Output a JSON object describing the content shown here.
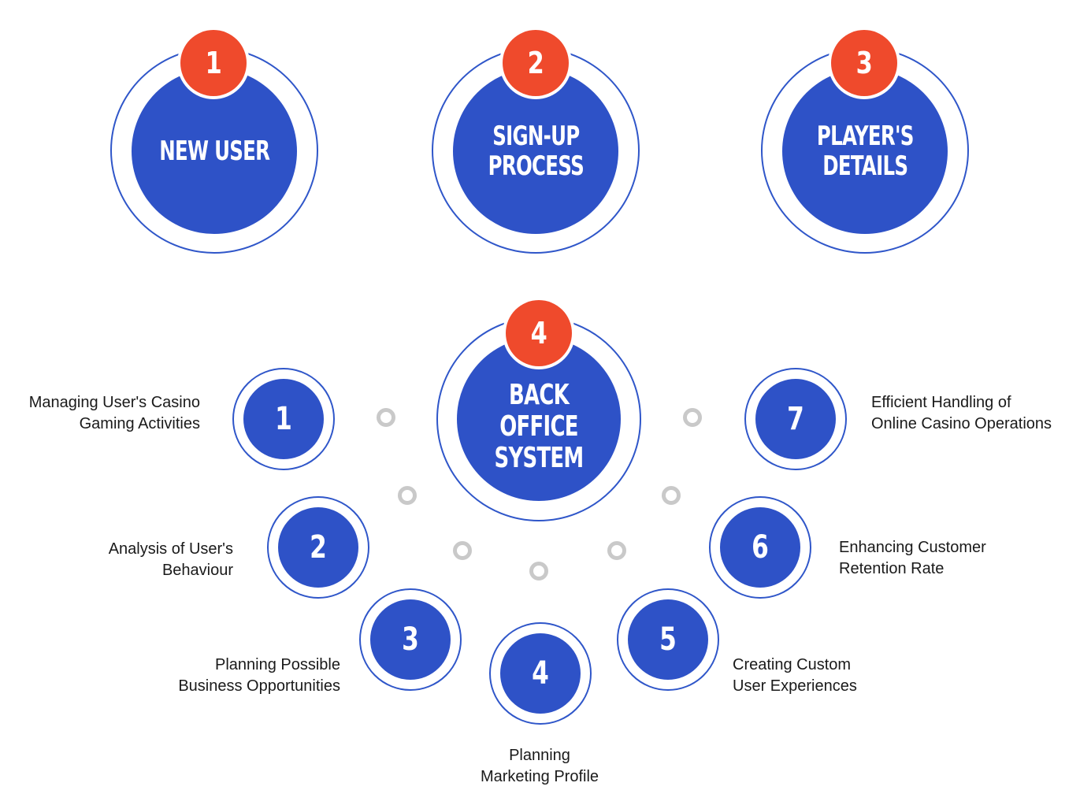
{
  "top_steps": [
    {
      "number": "1",
      "title": "NEW USER"
    },
    {
      "number": "2",
      "title": "SIGN-UP\nPROCESS"
    },
    {
      "number": "3",
      "title": "PLAYER'S\nDETAILS"
    }
  ],
  "hub": {
    "number": "4",
    "title": "BACK OFFICE\nSYSTEM"
  },
  "spokes": [
    {
      "number": "1",
      "label": "Managing User's Casino\nGaming Activities"
    },
    {
      "number": "2",
      "label": "Analysis of User's\nBehaviour"
    },
    {
      "number": "3",
      "label": "Planning Possible\nBusiness Opportunities"
    },
    {
      "number": "4",
      "label": "Planning\nMarketing Profile"
    },
    {
      "number": "5",
      "label": "Creating Custom\nUser Experiences"
    },
    {
      "number": "6",
      "label": "Enhancing Customer\nRetention Rate"
    },
    {
      "number": "7",
      "label": "Efficient Handling of\nOnline Casino Operations"
    }
  ],
  "colors": {
    "primary_blue": "#2e52c7",
    "accent_red": "#ef4a2c",
    "connector_gray": "#c9c9c9",
    "text": "#1a1a1a"
  }
}
